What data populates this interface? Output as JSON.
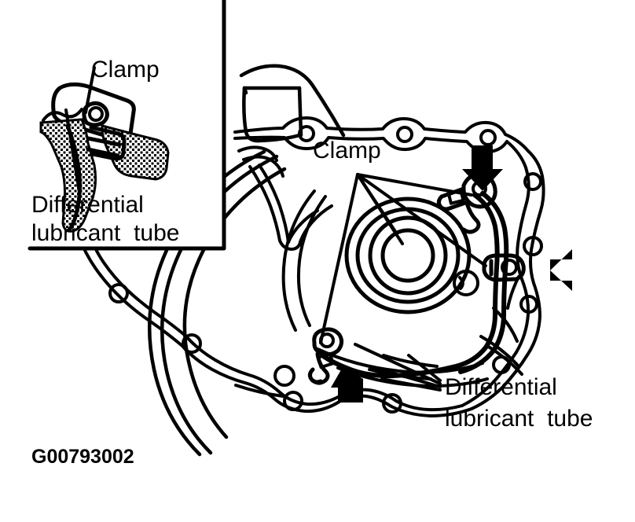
{
  "figure": {
    "code": "G00793002",
    "inset": {
      "clamp_label": "Clamp",
      "tube_label_line1": "Differential",
      "tube_label_line2": "lubricant  tube"
    },
    "main": {
      "clamp_label": "Clamp",
      "tube_label_line1": "Differential",
      "tube_label_line2": "lubricant  tube"
    }
  },
  "colors": {
    "ink": "#000000",
    "paper": "#ffffff"
  }
}
